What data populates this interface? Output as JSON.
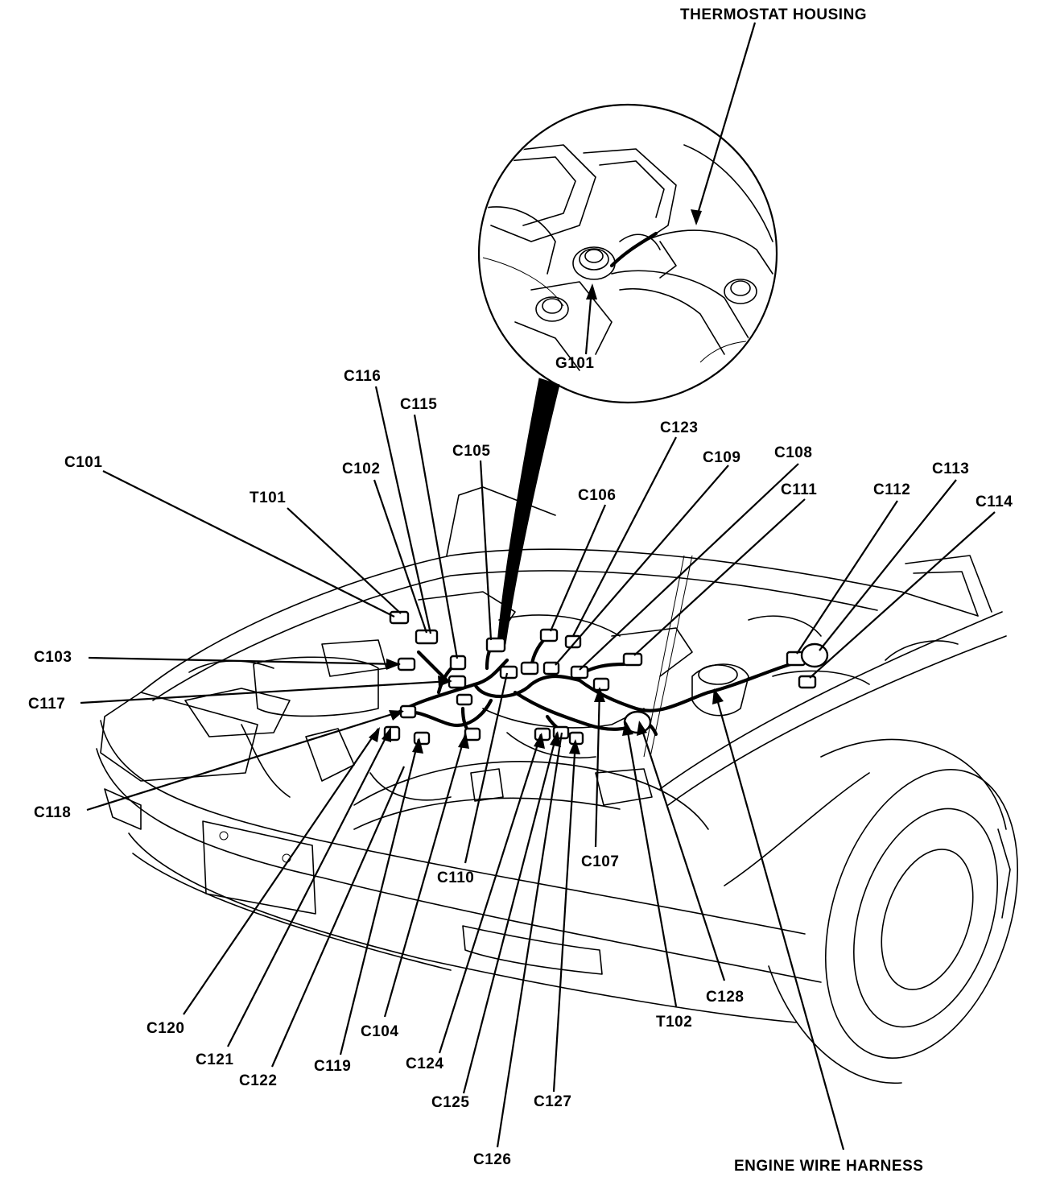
{
  "labels": {
    "thermostat": "THERMOSTAT HOUSING",
    "g101": "G101",
    "c116": "C116",
    "c115": "C115",
    "c105": "C105",
    "c123": "C123",
    "c109": "C109",
    "c108": "C108",
    "c101": "C101",
    "c102": "C102",
    "c106": "C106",
    "c111": "C111",
    "c112": "C112",
    "c113": "C113",
    "c114": "C114",
    "t101": "T101",
    "c103": "C103",
    "c117": "C117",
    "c118": "C118",
    "c110": "C110",
    "c107": "C107",
    "c120": "C120",
    "c121": "C121",
    "c122": "C122",
    "c119": "C119",
    "c104": "C104",
    "c124": "C124",
    "c125": "C125",
    "c126": "C126",
    "c127": "C127",
    "t102": "T102",
    "c128": "C128",
    "harness": "ENGINE WIRE HARNESS"
  }
}
